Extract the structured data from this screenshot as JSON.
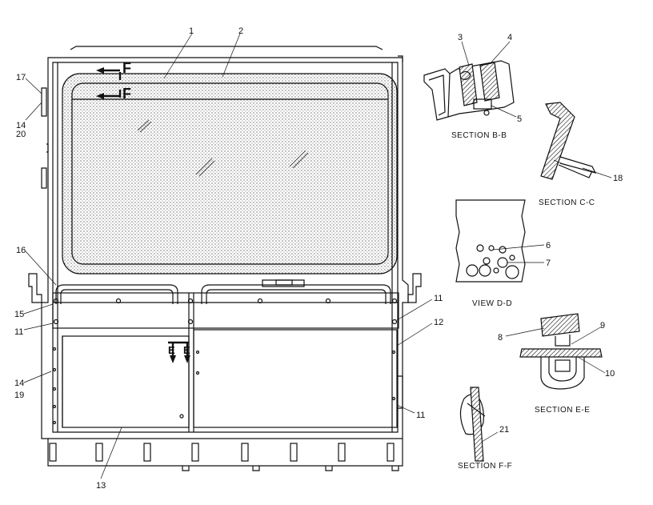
{
  "callouts": [
    "1",
    "2",
    "3",
    "4",
    "5",
    "6",
    "7",
    "8",
    "9",
    "10",
    "11",
    "11",
    "11",
    "11",
    "12",
    "13",
    "14",
    "19",
    "15",
    "16",
    "17",
    "18",
    "14",
    "20",
    "21"
  ],
  "arrow_labels": [
    "F",
    "F",
    "E",
    "E"
  ],
  "section_labels": {
    "bb": "SECTION  B-B",
    "cc": "SECTION  C-C",
    "dd": "VIEW  D-D",
    "ee": "SECTION  E-E",
    "ff": "SECTION  F-F"
  }
}
